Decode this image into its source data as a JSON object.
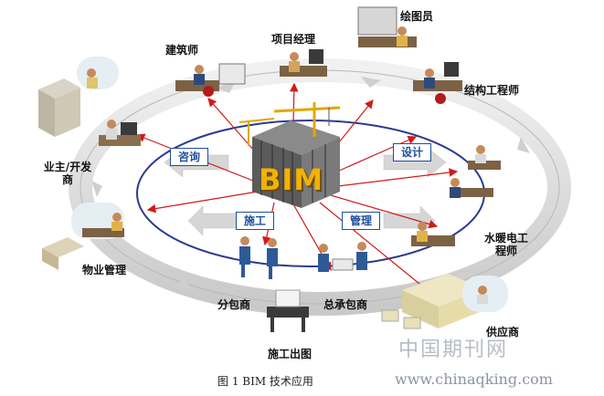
{
  "center": {
    "label": "BIM"
  },
  "phases": {
    "consult": "咨询",
    "design": "设计",
    "construction": "施工",
    "management": "管理"
  },
  "roles": {
    "architect": "建筑师",
    "project_manager": "项目经理",
    "draftsman": "绘图员",
    "structural_engineer": "结构工程师",
    "owner_developer": "业主/开发商",
    "property_management": "物业管理",
    "mep_engineer": "水暖电工程师",
    "subcontractor": "分包商",
    "general_contractor": "总承包商",
    "supplier": "供应商",
    "construction_drawing": "施工出图"
  },
  "caption": "图 1 BIM 技术应用",
  "watermark": {
    "cn": "中国期刊网",
    "url": "www.chinaqking.com"
  },
  "colors": {
    "ring": "#2c3a92",
    "arrow": "#d11a1a",
    "bim": "#f2b200",
    "box_border": "#1f4fa0"
  }
}
